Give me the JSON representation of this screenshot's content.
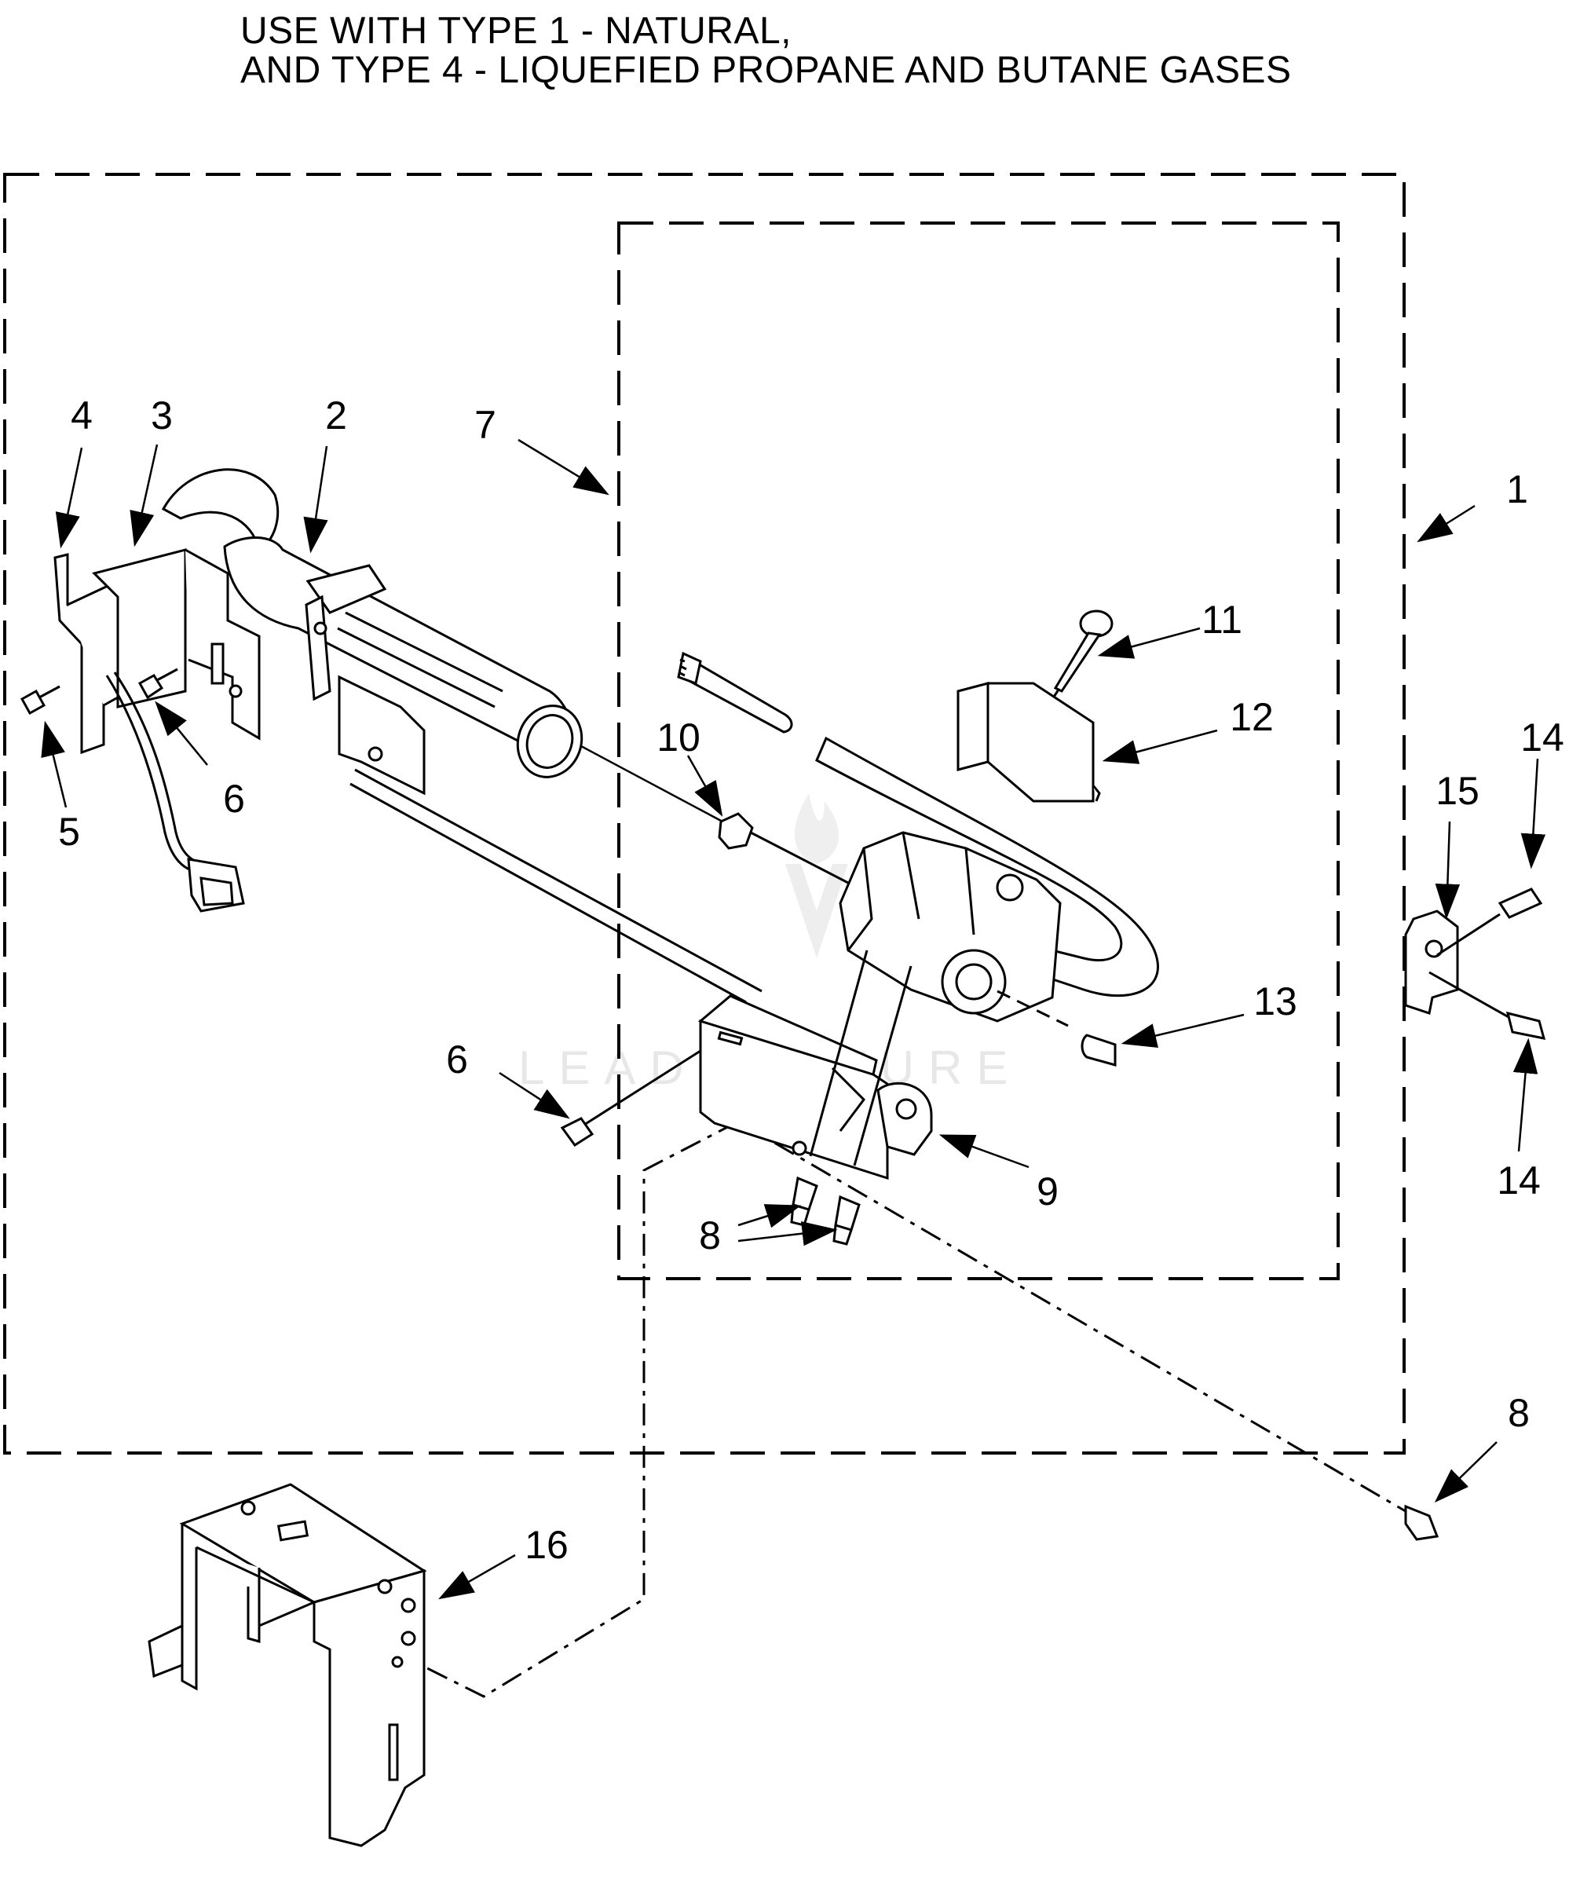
{
  "title": {
    "line1": "USE WITH TYPE 1 - NATURAL,",
    "line2": "AND TYPE 4 - LIQUEFIED PROPANE AND BUTANE GASES"
  },
  "watermark": "LEADVENTURE",
  "callouts": {
    "c1": "1",
    "c2": "2",
    "c3": "3",
    "c4": "4",
    "c5": "5",
    "c6a": "6",
    "c6b": "6",
    "c7": "7",
    "c8a": "8",
    "c8b": "8",
    "c9": "9",
    "c10": "10",
    "c11": "11",
    "c12": "12",
    "c13": "13",
    "c14a": "14",
    "c14b": "14",
    "c15": "15",
    "c16": "16"
  }
}
